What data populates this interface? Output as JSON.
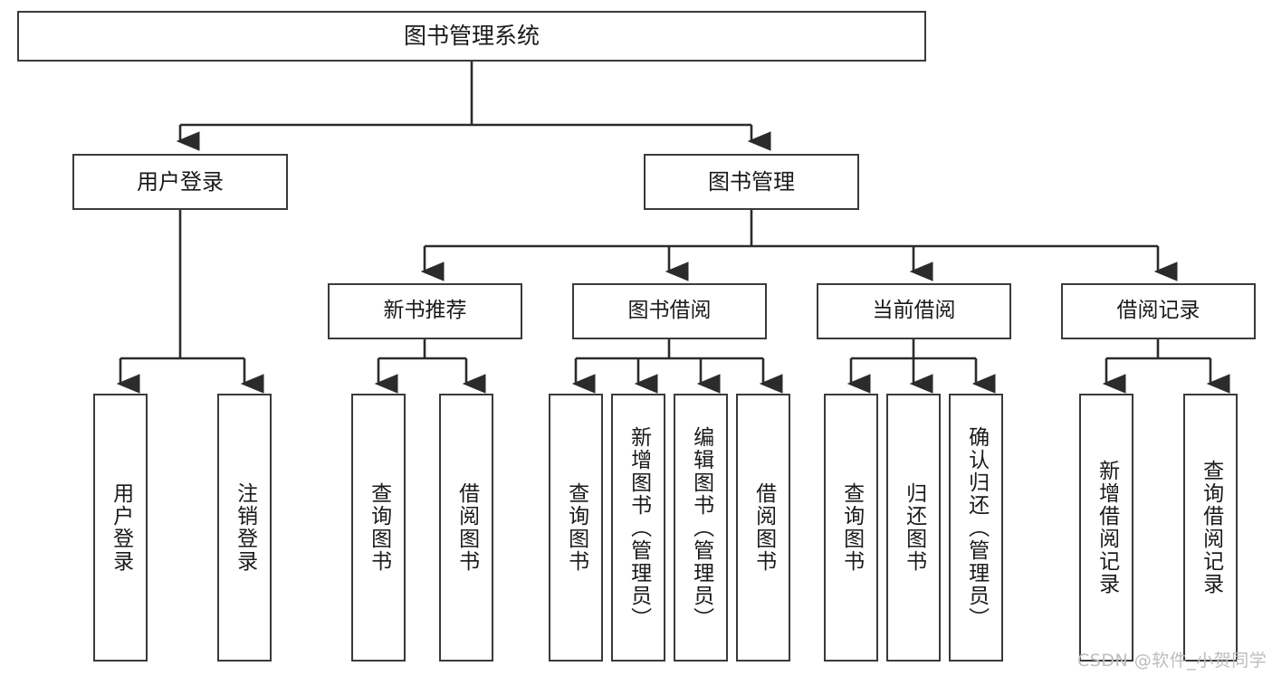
{
  "diagram": {
    "title": "图书管理系统",
    "type": "tree-structure-chart",
    "watermark": "CSDN @软件_小贺同学",
    "colors": {
      "box_border": "#3a3a3a",
      "box_fill": "#ffffff",
      "edge": "#2b2b2b",
      "text": "#1a1a1a",
      "watermark": "#bdbdbd"
    },
    "root": {
      "label": "图书管理系统"
    },
    "level2": [
      {
        "label": "用户登录"
      },
      {
        "label": "图书管理"
      }
    ],
    "level3": [
      {
        "label": "新书推荐"
      },
      {
        "label": "图书借阅"
      },
      {
        "label": "当前借阅"
      },
      {
        "label": "借阅记录"
      }
    ],
    "leaves": {
      "user_login": [
        {
          "label": "用户登录"
        },
        {
          "label": "注销登录"
        }
      ],
      "new_book_recommend": [
        {
          "label": "查询图书"
        },
        {
          "label": "借阅图书"
        }
      ],
      "book_borrow": [
        {
          "label": "查询图书"
        },
        {
          "label": "新增图书（管理员）"
        },
        {
          "label": "编辑图书（管理员）"
        },
        {
          "label": "借阅图书"
        }
      ],
      "current_borrow": [
        {
          "label": "查询图书"
        },
        {
          "label": "归还图书"
        },
        {
          "label": "确认归还（管理员）"
        }
      ],
      "borrow_record": [
        {
          "label": "新增借阅记录"
        },
        {
          "label": "查询借阅记录"
        }
      ]
    }
  }
}
